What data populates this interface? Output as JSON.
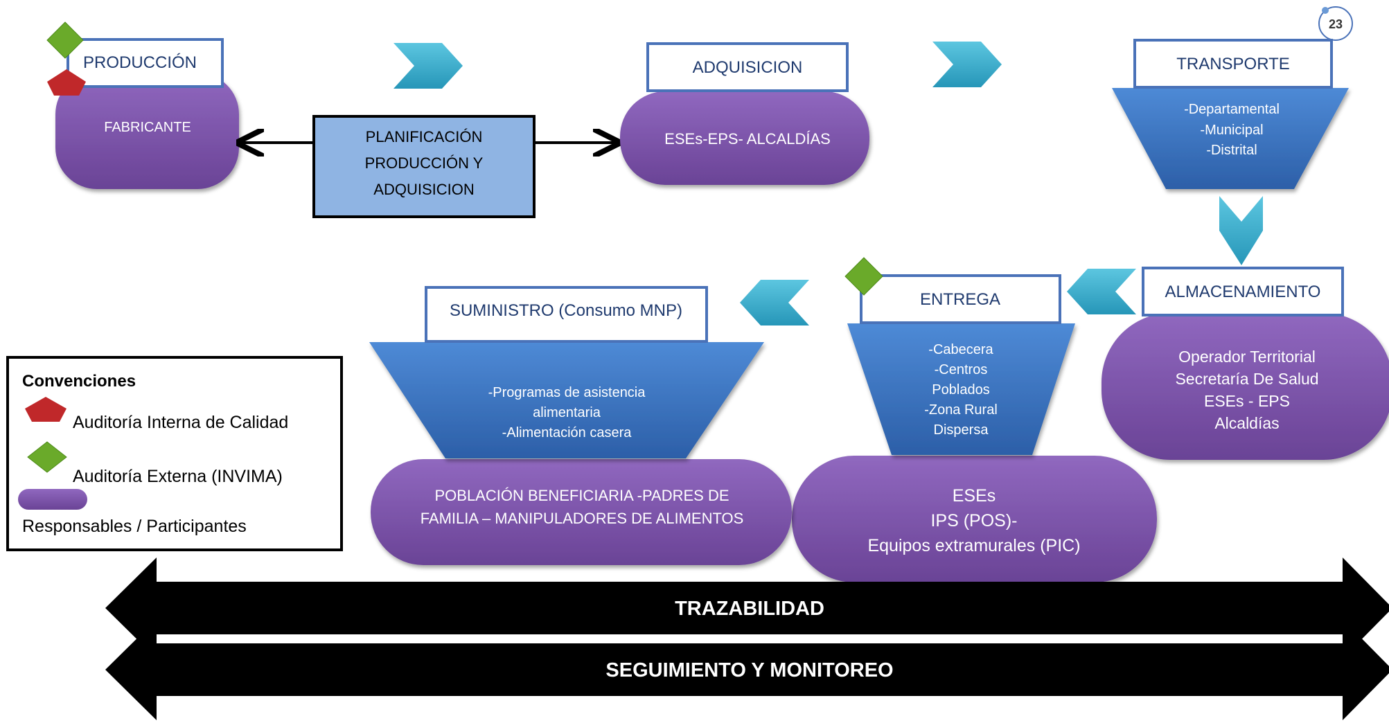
{
  "page_number": "23",
  "stages": {
    "produccion": {
      "title": "PRODUCCIÓN",
      "body": "FABRICANTE"
    },
    "planificacion": {
      "lines": [
        "PLANIFICACIÓN",
        "PRODUCCIÓN Y",
        "ADQUISICION"
      ]
    },
    "adquisicion": {
      "title": "ADQUISICION",
      "body": "ESEs-EPS- ALCALDÍAS"
    },
    "transporte": {
      "title": "TRANSPORTE",
      "funnel_lines": [
        "-Departamental",
        "-Municipal",
        "-Distrital"
      ]
    },
    "almacenamiento": {
      "title": "ALMACENAMIENTO",
      "body_lines": [
        "Operador Territorial",
        "Secretaría De Salud",
        "ESEs - EPS",
        "Alcaldías"
      ]
    },
    "entrega": {
      "title": "ENTREGA",
      "funnel_lines": [
        "-Cabecera",
        "-Centros",
        "Poblados",
        "-Zona Rural",
        "Dispersa"
      ],
      "body_lines": [
        "ESEs",
        "IPS (POS)-",
        "Equipos extramurales (PIC)"
      ]
    },
    "suministro": {
      "title": "SUMINISTRO (Consumo MNP)",
      "funnel_lines": [
        "-Programas de asistencia",
        "alimentaria",
        "-Alimentación  casera"
      ],
      "body_lines": [
        "POBLACIÓN BENEFICIARIA -PADRES DE",
        "FAMILIA – MANIPULADORES DE ALIMENTOS"
      ]
    }
  },
  "legend": {
    "title": "Convenciones",
    "internal_audit": "Auditoría Interna de Calidad",
    "external_audit": "Auditoría Externa (INVIMA)",
    "participants": "Responsables / Participantes"
  },
  "bottom_arrows": [
    "TRAZABILIDAD",
    "SEGUIMIENTO Y MONITOREO"
  ],
  "colors": {
    "purple": "#7b52a8",
    "funnel_blue": "#3a78c8",
    "box_border": "#4a72b8",
    "plan_fill": "#8fb4e3",
    "chevron": "#33aac8",
    "diamond": "#6aaa2a",
    "pentagon": "#c0282a",
    "black": "#000000"
  }
}
